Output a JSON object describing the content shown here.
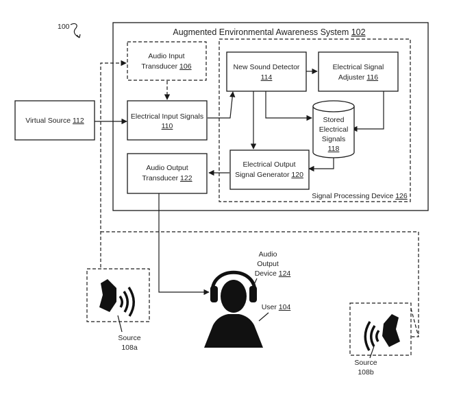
{
  "figure_ref": "100",
  "system": {
    "title": "Augmented Environmental Awareness System",
    "ref": "102"
  },
  "signal_processing": {
    "label": "Signal Processing Device",
    "ref": "126"
  },
  "audio_input_transducer": {
    "line1": "Audio Input",
    "line2": "Transducer",
    "ref": "106"
  },
  "electrical_input_signals": {
    "line1": "Electrical Input Signals",
    "ref": "110"
  },
  "virtual_source": {
    "label": "Virtual Source",
    "ref": "112"
  },
  "new_sound_detector": {
    "line1": "New Sound Detector",
    "ref": "114"
  },
  "electrical_signal_adjuster": {
    "line1": "Electrical Signal",
    "line2": "Adjuster",
    "ref": "116"
  },
  "stored_signals": {
    "line1": "Stored",
    "line2": "Electrical",
    "line3": "Signals",
    "ref": "118"
  },
  "output_signal_generator": {
    "line1": "Electrical Output",
    "line2": "Signal Generator",
    "ref": "120"
  },
  "audio_output_transducer": {
    "line1": "Audio Output",
    "line2": "Transducer",
    "ref": "122"
  },
  "audio_output_device": {
    "line1": "Audio",
    "line2": "Output",
    "line3": "Device",
    "ref": "124"
  },
  "user": {
    "label": "User",
    "ref": "104"
  },
  "source_a": {
    "line1": "Source",
    "line2": "108a"
  },
  "source_b": {
    "line1": "Source",
    "line2": "108b"
  }
}
